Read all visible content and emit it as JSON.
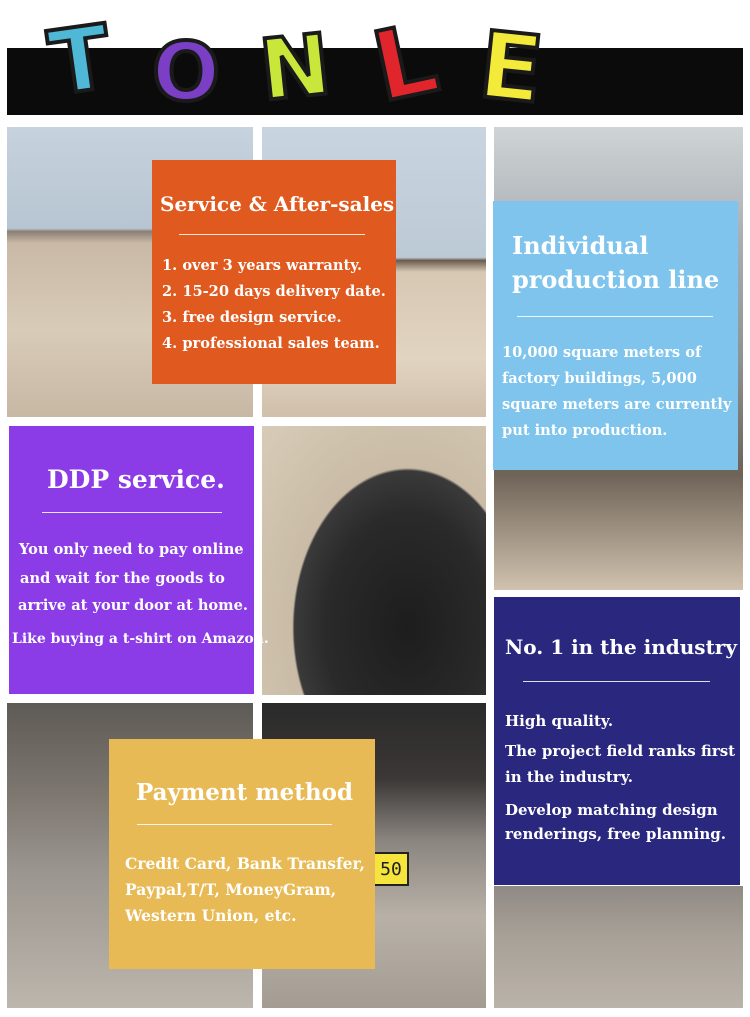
{
  "logo": {
    "letters": [
      "T",
      "O",
      "N",
      "L",
      "E"
    ],
    "colors": [
      "#4fb8d6",
      "#7a3fc4",
      "#c9e63a",
      "#e0262c",
      "#f4ea3a"
    ],
    "outline": "#1a1a1a"
  },
  "service": {
    "title": "Service & After-sales",
    "items": [
      "1. over 3 years warranty.",
      "2. 15-20 days delivery date.",
      "3. free design service.",
      "4. professional sales team."
    ],
    "color": "#e0591f"
  },
  "production": {
    "title_lines": [
      "Individual",
      "production line"
    ],
    "body_lines": [
      "10,000 square meters of",
      "factory buildings, 5,000",
      "square meters are currently",
      "put into production."
    ],
    "color": "#7ec4ec"
  },
  "ddp": {
    "title": "DDP service.",
    "body_lines": [
      "You only need to pay online",
      "and wait for the goods to",
      "arrive at your door at home.",
      "Like buying a t-shirt on Amazon."
    ],
    "color": "#8b3ce6"
  },
  "industry": {
    "title": "No. 1 in the industry",
    "body_lines": [
      "High quality.",
      "The project field ranks first",
      "in the industry.",
      "Develop matching design",
      "renderings, free planning."
    ],
    "color": "#2a277f"
  },
  "payment": {
    "title": "Payment method",
    "body_lines": [
      "Credit Card, Bank Transfer,",
      "Paypal,T/T, MoneyGram,",
      "Western Union, etc."
    ],
    "color": "#e8ba55"
  },
  "photo_text": {
    "plate": "50"
  }
}
